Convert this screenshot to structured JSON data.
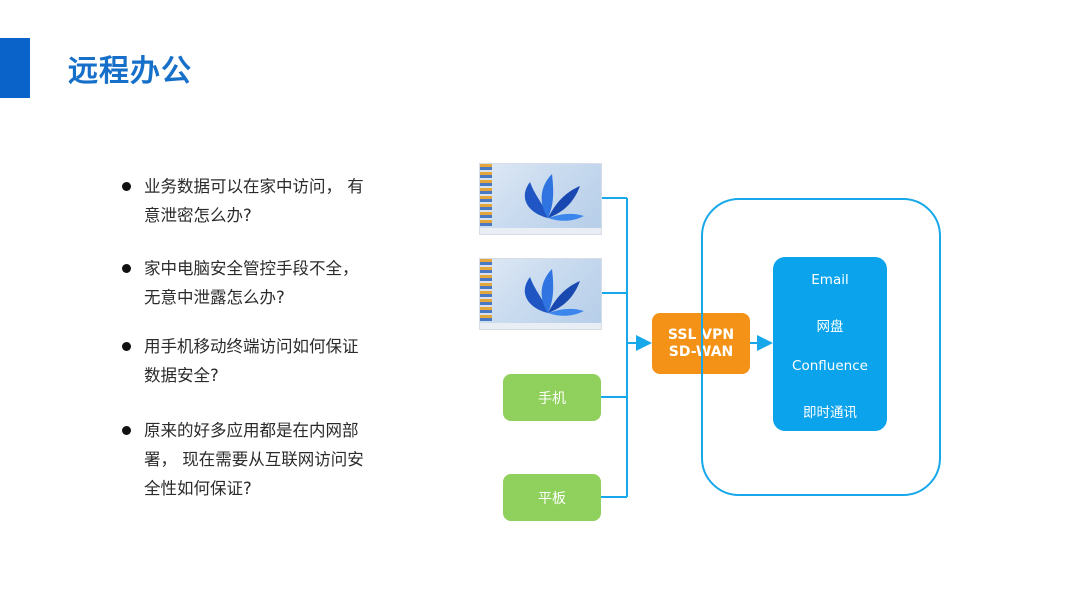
{
  "slide": {
    "title": "远程办公",
    "accent_color": "#0a63c9"
  },
  "bullets": [
    {
      "line1": "业务数据可以在家中访问， 有",
      "line2": "意泄密怎么办?"
    },
    {
      "line1": "家中电脑安全管控手段不全，",
      "line2": "无意中泄露怎么办?"
    },
    {
      "line1": "用手机移动终端访问如何保证",
      "line2": "数据安全?"
    },
    {
      "line1": "原来的好多应用都是在内网部",
      "line2": "署， 现在需要从互联网访问安",
      "line3": "全性如何保证?"
    }
  ],
  "diagram": {
    "devices": {
      "desktop_1": "desktop-screenshot",
      "desktop_2": "desktop-screenshot",
      "phone": "手机",
      "tablet": "平板"
    },
    "gateway": {
      "line1": "SSL VPN",
      "line2": "SD-WAN"
    },
    "services": [
      "Email",
      "网盘",
      "Confluence",
      "即时通讯"
    ],
    "colors": {
      "device_box": "#8fd15c",
      "gateway_box": "#f39216",
      "service_box": "#0aa3ec",
      "connector": "#16a8ea"
    }
  }
}
